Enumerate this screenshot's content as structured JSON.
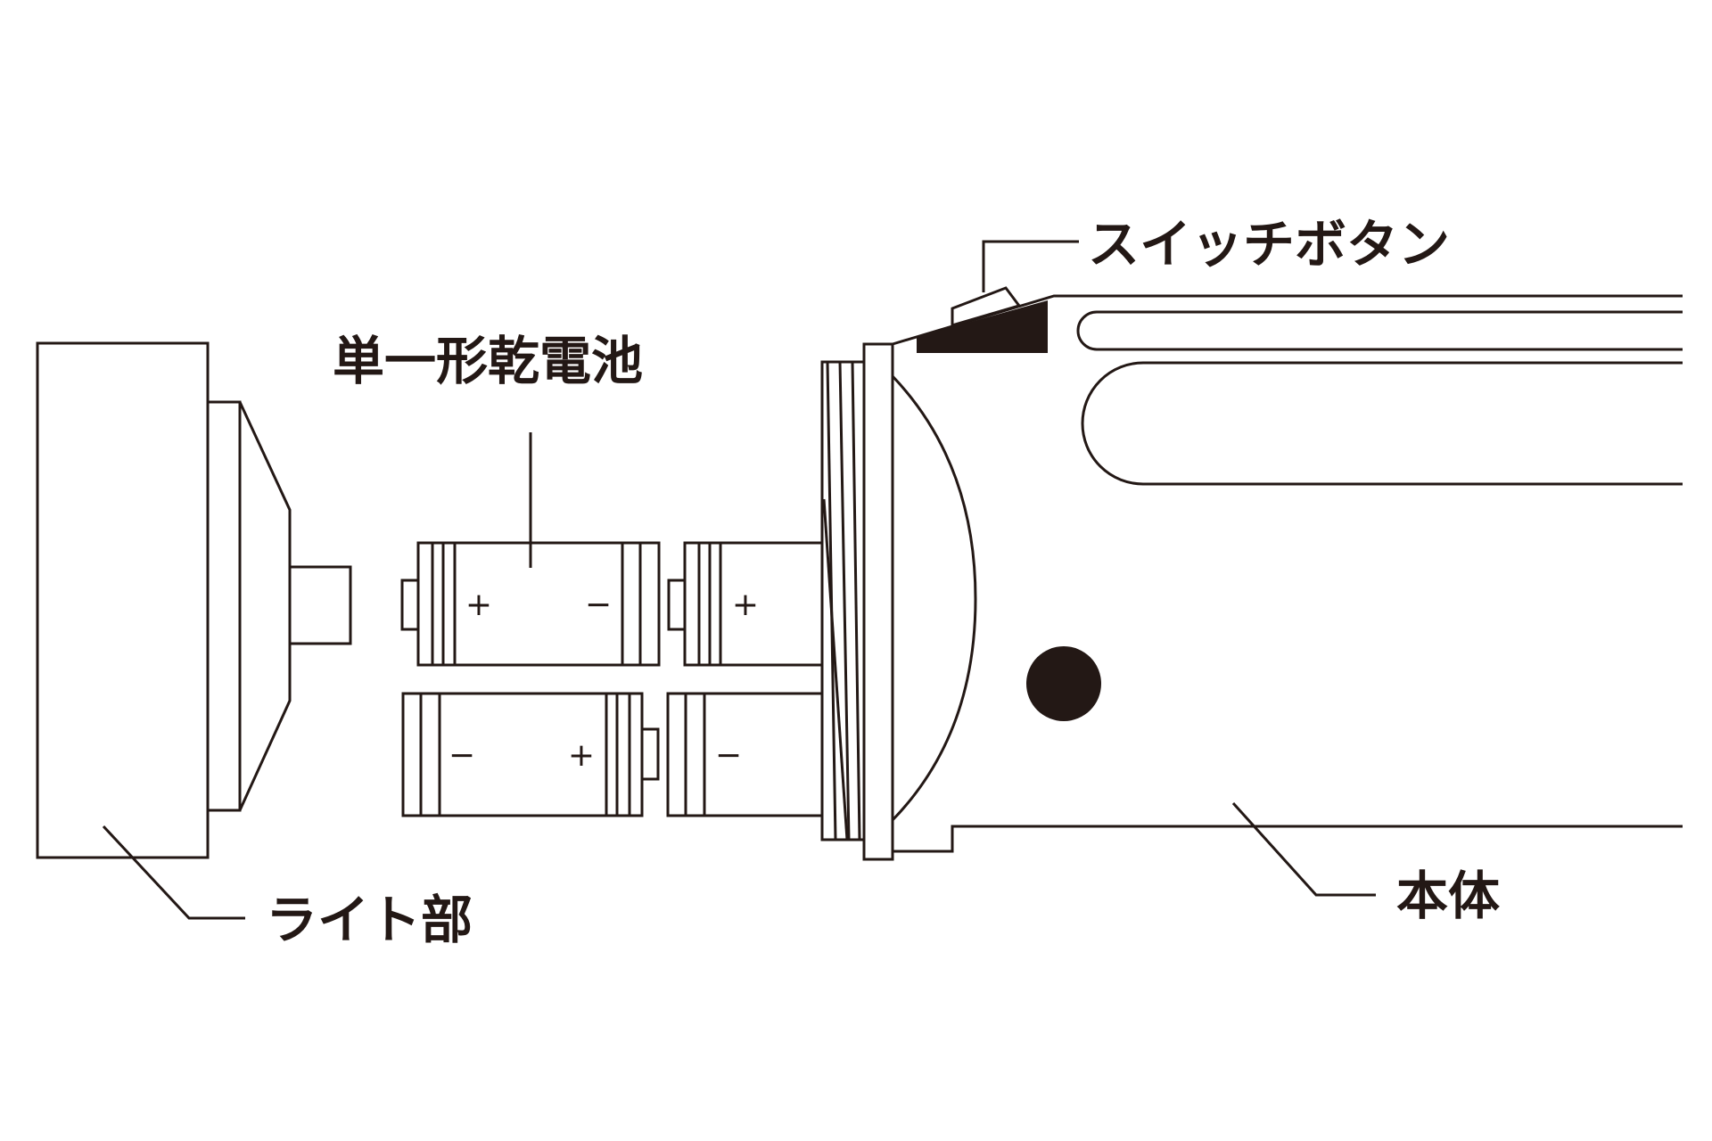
{
  "labels": {
    "battery": "単一形乾電池",
    "switch": "スイッチボタン",
    "light": "ライト部",
    "body": "本体"
  },
  "battery_signs": {
    "top_left_plus": "+",
    "top_left_minus": "−",
    "top_right_plus": "+",
    "bottom_left_minus": "−",
    "bottom_left_plus": "+",
    "bottom_right_minus": "−"
  },
  "colors": {
    "line": "#231815",
    "background": "#ffffff"
  }
}
